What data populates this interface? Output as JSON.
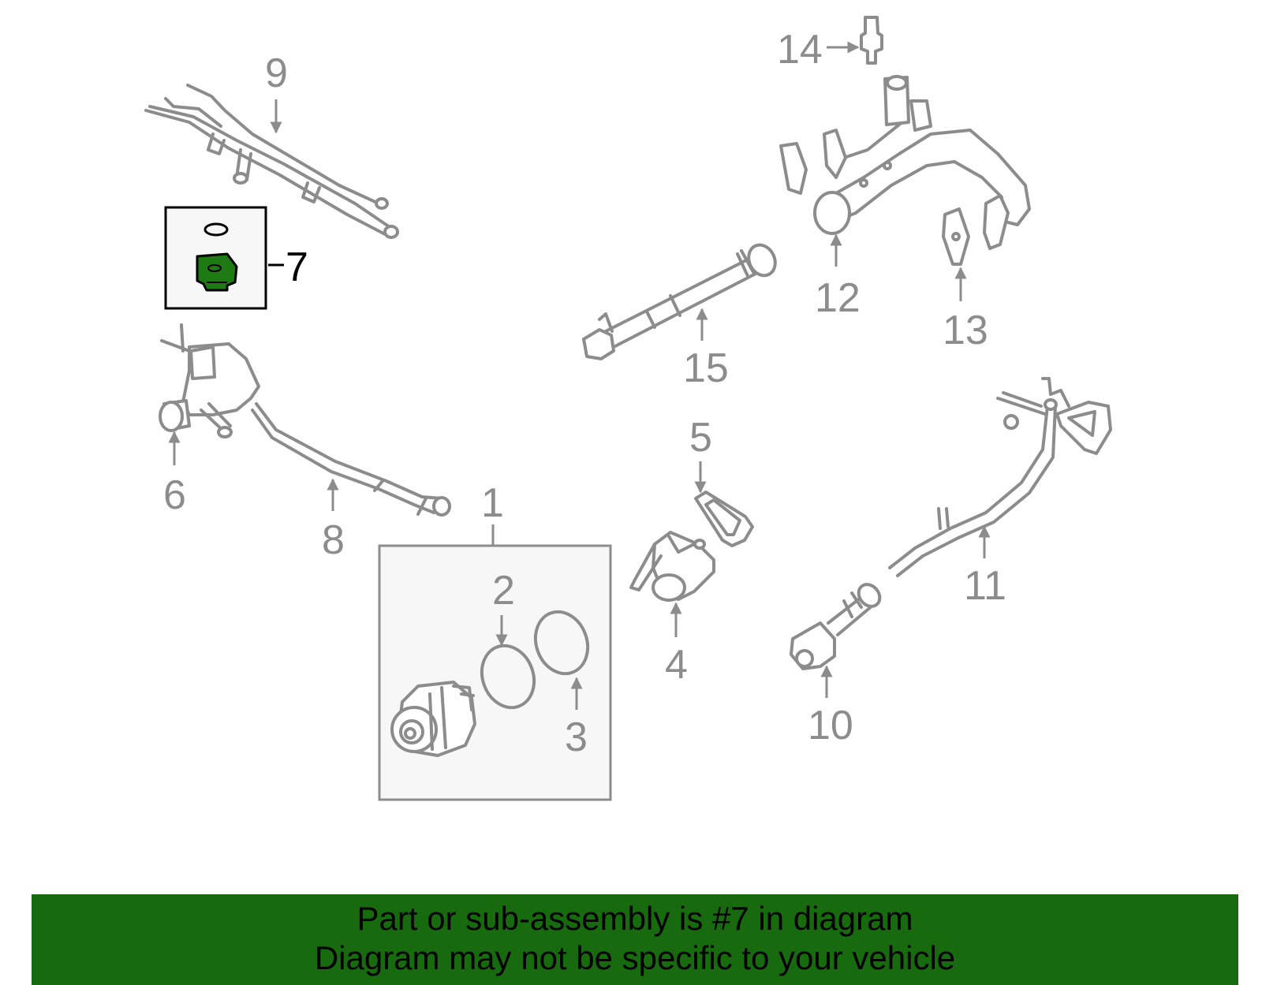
{
  "diagram": {
    "callouts": [
      {
        "id": "1",
        "label": "1"
      },
      {
        "id": "2",
        "label": "2"
      },
      {
        "id": "3",
        "label": "3"
      },
      {
        "id": "4",
        "label": "4"
      },
      {
        "id": "5",
        "label": "5"
      },
      {
        "id": "6",
        "label": "6"
      },
      {
        "id": "7",
        "label": "7",
        "highlighted": true
      },
      {
        "id": "8",
        "label": "8"
      },
      {
        "id": "9",
        "label": "9"
      },
      {
        "id": "10",
        "label": "10"
      },
      {
        "id": "11",
        "label": "11"
      },
      {
        "id": "12",
        "label": "12"
      },
      {
        "id": "13",
        "label": "13"
      },
      {
        "id": "14",
        "label": "14"
      },
      {
        "id": "15",
        "label": "15"
      }
    ]
  },
  "banner": {
    "line1": "Part or sub-assembly is #7 in diagram",
    "line2": "Diagram may not be specific to your vehicle"
  },
  "colors": {
    "banner_bg": "#176a0d",
    "highlight_part": "#1e7a12",
    "part_stroke": "#8c8c8c",
    "box_fill": "#f7f7f7"
  }
}
